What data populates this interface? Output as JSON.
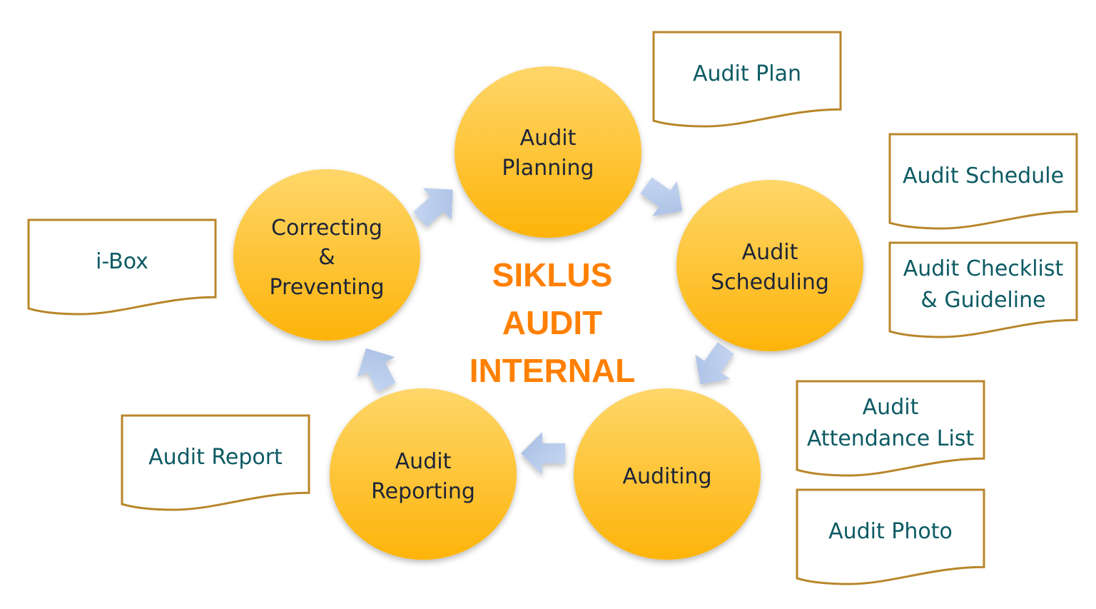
{
  "title": [
    "SIKLUS",
    "AUDIT",
    "INTERNAL"
  ],
  "stages": [
    {
      "lines": [
        "Audit",
        "Planning"
      ]
    },
    {
      "lines": [
        "Audit",
        "Scheduling"
      ]
    },
    {
      "lines": [
        "Auditing"
      ]
    },
    {
      "lines": [
        "Audit",
        "Reporting"
      ]
    },
    {
      "lines": [
        "Correcting",
        "&",
        "Preventing"
      ]
    }
  ],
  "documents": [
    {
      "lines": [
        "Audit Plan"
      ]
    },
    {
      "lines": [
        "Audit Schedule"
      ]
    },
    {
      "lines": [
        "Audit Checklist",
        "& Guideline"
      ]
    },
    {
      "lines": [
        "Audit",
        "Attendance List"
      ]
    },
    {
      "lines": [
        "Audit Photo"
      ]
    },
    {
      "lines": [
        "i-Box"
      ]
    },
    {
      "lines": [
        "Audit Report"
      ]
    }
  ],
  "colors": {
    "stage_top": "#fed669",
    "stage_bottom": "#fdb40a",
    "doc_border": "#b8862a",
    "arrow": "#b6cbec",
    "title": "#ff8000"
  }
}
